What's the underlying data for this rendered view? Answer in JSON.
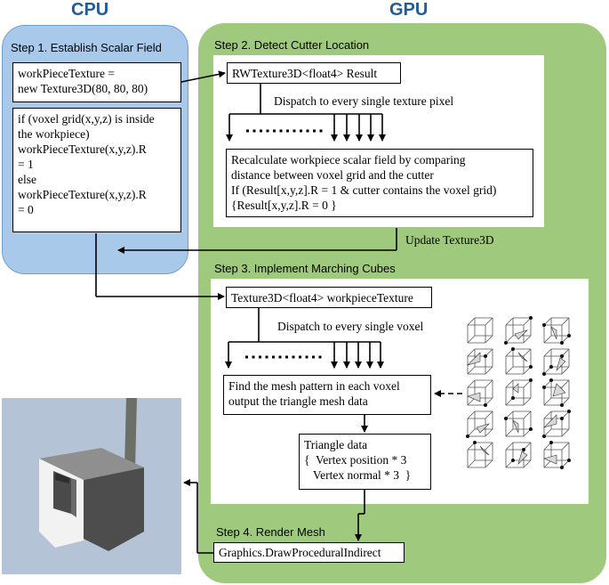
{
  "headers": {
    "cpu": "CPU",
    "gpu": "GPU"
  },
  "cpu": {
    "step1_title": "Step 1. Establish Scalar Field",
    "box1_lines": [
      "workPieceTexture =",
      "new Texture3D(80, 80, 80)"
    ],
    "box2_lines": [
      "if (voxel grid(x,y,z) is inside",
      "the workpiece)",
      "workPieceTexture(x,y,z).R",
      "= 1",
      "else",
      "workPieceTexture(x,y,z).R",
      "= 0"
    ]
  },
  "gpu": {
    "step2_title": "Step 2. Detect Cutter Location",
    "result_box": "RWTexture3D<float4> Result",
    "dispatch_pixel": "Dispatch to every single texture pixel",
    "recalc_lines": [
      "Recalculate workpiece scalar field by comparing",
      "distance between voxel grid and the cutter",
      "If (Result[x,y,z].R = 1 & cutter contains the voxel grid)",
      "{Result[x,y,z].R = 0 }"
    ],
    "update_label": "Update Texture3D",
    "step3_title": "Step 3. Implement Marching Cubes",
    "texture_box": "Texture3D<float4> workpieceTexture",
    "dispatch_voxel": "Dispatch to every single voxel",
    "mesh_lines": [
      "Find the mesh pattern in each voxel",
      "output the triangle mesh data"
    ],
    "triangle_lines": [
      "Triangle data",
      "{  Vertex position * 3",
      "   Vertex normal * 3  }"
    ],
    "step4_title": "Step 4. Render Mesh",
    "render_box": "Graphics.DrawProceduralIndirect"
  },
  "colors": {
    "cpu_panel": "#a9c9ea",
    "gpu_panel": "#9fca7e",
    "header_text": "#1f5c99",
    "render_bg": "#b4c3d6"
  },
  "icons": {
    "marching_cubes": "marching-cubes-cases-image",
    "workpiece": "3d-workpiece-render-image"
  }
}
